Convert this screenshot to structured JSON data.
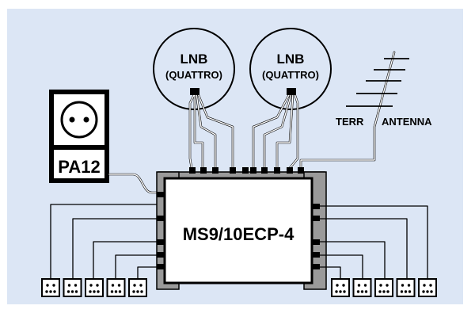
{
  "colors": {
    "background": "#dce6f5",
    "dish_fill": "#dce6f5",
    "multiswitch_body": "#ffffff",
    "port_block": "#9a9a9a",
    "outline": "#000000",
    "wire_fill": "#ffffff"
  },
  "lnb_left": {
    "title": "LNB",
    "subtitle": "(QUATTRO)"
  },
  "lnb_right": {
    "title": "LNB",
    "subtitle": "(QUATTRO)"
  },
  "terrestrial": {
    "label_left": "TERR",
    "label_right": "ANTENNA"
  },
  "power_supply": {
    "label": "PA12"
  },
  "multiswitch": {
    "label": "MS9/10ECP-4"
  },
  "outlets": {
    "left_count": 5,
    "right_count": 5
  }
}
